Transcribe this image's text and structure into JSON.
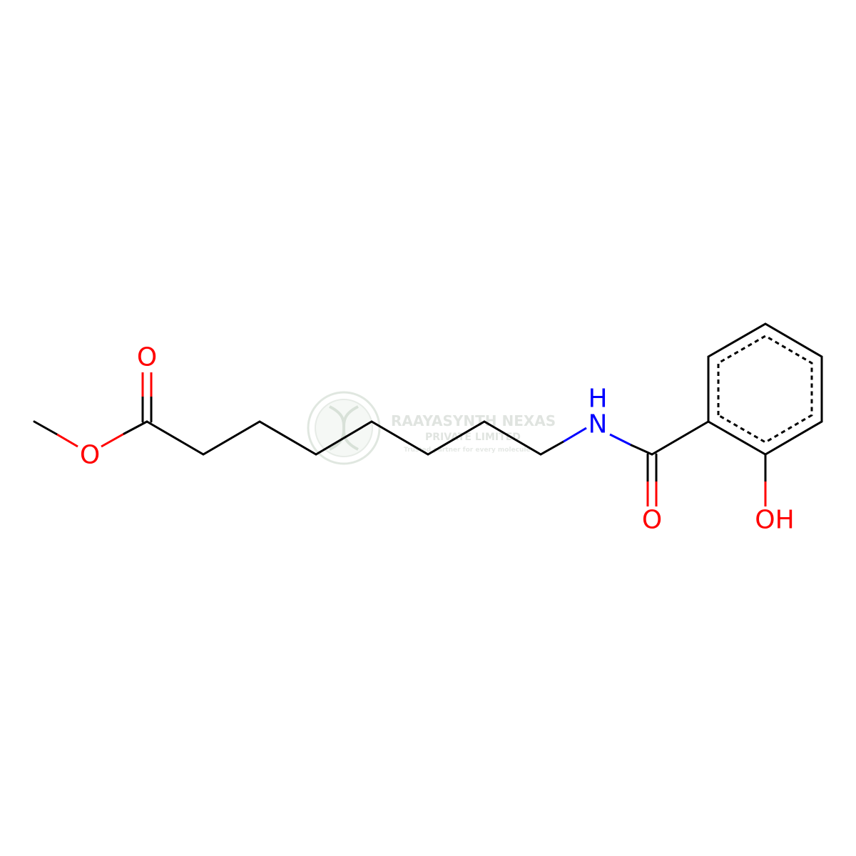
{
  "colors": {
    "bond": "#000000",
    "oxygen": "#ff0000",
    "nitrogen": "#0000ff",
    "watermark": "#c8cfc8"
  },
  "molecule": {
    "atoms": [
      {
        "id": "c_methyl",
        "label": ""
      },
      {
        "id": "o_ester",
        "label": "O",
        "element": "O"
      },
      {
        "id": "c_ester",
        "label": ""
      },
      {
        "id": "o_carbonyl_ester",
        "label": "O",
        "element": "O"
      },
      {
        "id": "n_amide",
        "label": "N",
        "element": "N"
      },
      {
        "id": "h_amide",
        "label": "H",
        "element": "N"
      },
      {
        "id": "o_carbonyl_amide",
        "label": "O",
        "element": "O"
      },
      {
        "id": "oh_phenol",
        "label": "OH",
        "element": "O"
      }
    ]
  },
  "watermark": {
    "line1": "RAAYASYNTH NEXAS",
    "line2": "PRIVATE LIMITED",
    "line3": "Trusted partner for every molecule"
  }
}
